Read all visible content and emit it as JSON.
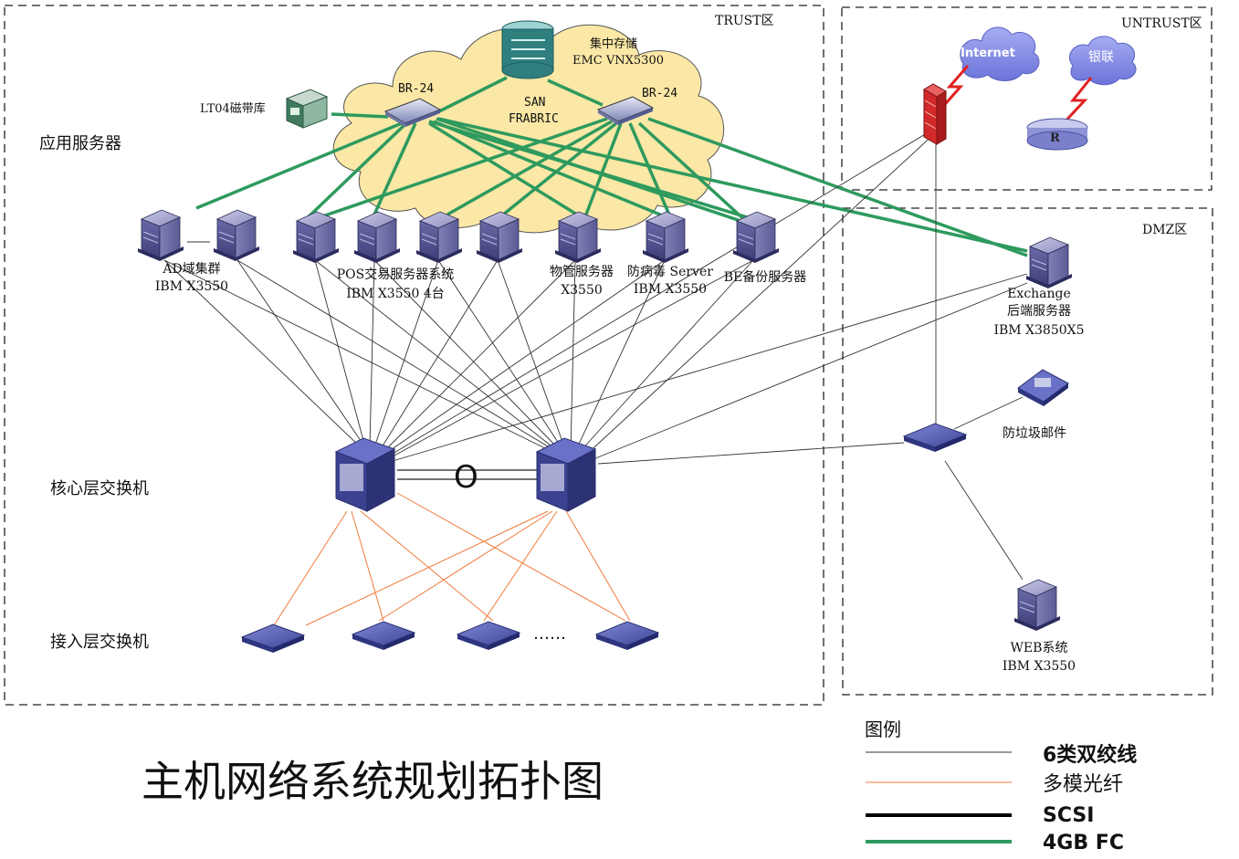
{
  "zones": {
    "trust": "TRUST区",
    "untrust": "UNTRUST区",
    "dmz": "DMZ区"
  },
  "layers": {
    "app_servers": "应用服务器",
    "core": "核心层交换机",
    "access": "接入层交换机"
  },
  "san": {
    "storage_name": "集中存储",
    "storage_model": "EMC VNX5300",
    "fabric_line1": "SAN",
    "fabric_line2": "FRABRIC",
    "switch_left": "BR-24",
    "switch_right": "BR-24",
    "tape": "LT04磁带库"
  },
  "servers": {
    "ad_name": "AD域集群",
    "ad_model": "IBM X3550",
    "pos_name": "POS交易服务器系统",
    "pos_model": "IBM X3550 4台",
    "wg_name": "物管服务器",
    "wg_model": "X3550",
    "av_name": "防病毒 Server",
    "av_model": "IBM X3550",
    "be_name": "BE备份服务器"
  },
  "dmz": {
    "exchange_line1": "Exchange",
    "exchange_line2": "后端服务器",
    "exchange_line3": "IBM X3850X5",
    "antispam": "防垃圾邮件",
    "web_name": "WEB系统",
    "web_model": "IBM X3550"
  },
  "untrust": {
    "internet": "Internet",
    "unionpay": "银联",
    "router_glyph": "R"
  },
  "access_dots": "……",
  "core_link_symbol": "O",
  "title": "主机网络系统规划拓扑图",
  "legend": {
    "title": "图例",
    "items": [
      {
        "label": "6类双绞线",
        "color": "#333333",
        "bold": true
      },
      {
        "label": "多模光纤",
        "color": "#f07a3a",
        "bold": false
      },
      {
        "label": "SCSI",
        "color": "#000000",
        "bold": true
      },
      {
        "label": "4GB FC",
        "color": "#2e9a5e",
        "bold": true
      }
    ]
  },
  "colors": {
    "fc_green": "#2e9a5e",
    "fiber_orange": "#f07a3a",
    "cloud_fill": "#fbe8a6",
    "server_purple": "#4a4a8c",
    "internet_cloud": "#7e86e6",
    "firewall_red": "#d22a2a"
  }
}
